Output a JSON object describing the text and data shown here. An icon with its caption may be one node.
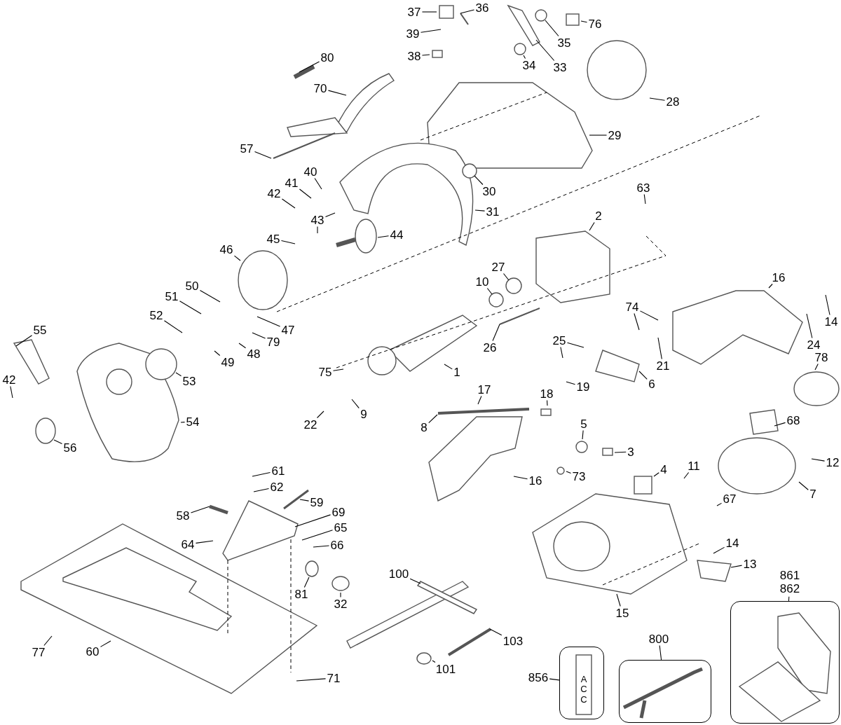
{
  "diagram": {
    "nodes": [
      {
        "text": [
          "37"
        ]
      },
      {
        "text": [
          "36"
        ]
      },
      {
        "text": [
          "76"
        ]
      },
      {
        "text": [
          "39"
        ]
      },
      {
        "text": [
          "35"
        ]
      },
      {
        "text": [
          "38"
        ]
      },
      {
        "text": [
          "34"
        ]
      },
      {
        "text": [
          "33"
        ]
      },
      {
        "text": [
          "80"
        ]
      },
      {
        "text": [
          "70"
        ]
      },
      {
        "text": [
          "28"
        ]
      },
      {
        "text": [
          "29"
        ]
      },
      {
        "text": [
          "57"
        ]
      },
      {
        "text": [
          "40"
        ]
      },
      {
        "text": [
          "41"
        ]
      },
      {
        "text": [
          "30"
        ]
      },
      {
        "text": [
          "63"
        ]
      },
      {
        "text": [
          "42"
        ]
      },
      {
        "text": [
          "31"
        ]
      },
      {
        "text": [
          "2"
        ]
      },
      {
        "text": [
          "43"
        ]
      },
      {
        "text": [
          "44"
        ]
      },
      {
        "text": [
          "45"
        ]
      },
      {
        "text": [
          "46"
        ]
      },
      {
        "text": [
          "16"
        ]
      },
      {
        "text": [
          "27"
        ]
      },
      {
        "text": [
          "10"
        ]
      },
      {
        "text": [
          "50"
        ]
      },
      {
        "text": [
          "51"
        ]
      },
      {
        "text": [
          "74"
        ]
      },
      {
        "text": [
          "14"
        ]
      },
      {
        "text": [
          "52"
        ]
      },
      {
        "text": [
          "47"
        ]
      },
      {
        "text": [
          "24"
        ]
      },
      {
        "text": [
          "79"
        ]
      },
      {
        "text": [
          "25"
        ]
      },
      {
        "text": [
          "26"
        ]
      },
      {
        "text": [
          "78"
        ]
      },
      {
        "text": [
          "55"
        ]
      },
      {
        "text": [
          "49"
        ]
      },
      {
        "text": [
          "48"
        ]
      },
      {
        "text": [
          "6"
        ]
      },
      {
        "text": [
          "21"
        ]
      },
      {
        "text": [
          "53"
        ]
      },
      {
        "text": [
          "75"
        ]
      },
      {
        "text": [
          "1"
        ]
      },
      {
        "text": [
          "42"
        ]
      },
      {
        "text": [
          "19"
        ]
      },
      {
        "text": [
          "17"
        ]
      },
      {
        "text": [
          "18"
        ]
      },
      {
        "text": [
          "22"
        ]
      },
      {
        "text": [
          "9"
        ]
      },
      {
        "text": [
          "8"
        ]
      },
      {
        "text": [
          "54"
        ]
      },
      {
        "text": [
          "68"
        ]
      },
      {
        "text": [
          "5"
        ]
      },
      {
        "text": [
          "3"
        ]
      },
      {
        "text": [
          "56"
        ]
      },
      {
        "text": [
          "12"
        ]
      },
      {
        "text": [
          "11"
        ]
      },
      {
        "text": [
          "4"
        ]
      },
      {
        "text": [
          "16"
        ]
      },
      {
        "text": [
          "73"
        ]
      },
      {
        "text": [
          "61"
        ]
      },
      {
        "text": [
          "62"
        ]
      },
      {
        "text": [
          "7"
        ]
      },
      {
        "text": [
          "59"
        ]
      },
      {
        "text": [
          "58"
        ]
      },
      {
        "text": [
          "69"
        ]
      },
      {
        "text": [
          "67"
        ]
      },
      {
        "text": [
          "65"
        ]
      },
      {
        "text": [
          "64"
        ]
      },
      {
        "text": [
          "66"
        ]
      },
      {
        "text": [
          "14"
        ]
      },
      {
        "text": [
          "13"
        ]
      },
      {
        "text": [
          "81"
        ]
      },
      {
        "text": [
          "32"
        ]
      },
      {
        "text": [
          "100"
        ]
      },
      {
        "text": [
          "861",
          "862"
        ]
      },
      {
        "text": [
          "15"
        ]
      },
      {
        "text": [
          "77"
        ]
      },
      {
        "text": [
          "60"
        ]
      },
      {
        "text": [
          "103"
        ]
      },
      {
        "text": [
          "800"
        ]
      },
      {
        "text": [
          "856"
        ]
      },
      {
        "text": [
          "101"
        ]
      },
      {
        "text": [
          "71"
        ]
      },
      {
        "text": [],
        "shape": "box"
      },
      {
        "text": [],
        "shape": "box"
      },
      {
        "text": [],
        "shape": "box"
      }
    ],
    "edges": [
      {
        "from": 0,
        "to": null,
        "arrow": "none"
      },
      {
        "from": 1,
        "to": null,
        "arrow": "none"
      },
      {
        "from": 2,
        "to": null,
        "arrow": "none"
      },
      {
        "from": 3,
        "to": null,
        "arrow": "none"
      },
      {
        "from": 4,
        "to": null,
        "arrow": "none"
      },
      {
        "from": 5,
        "to": null,
        "arrow": "none"
      },
      {
        "from": 6,
        "to": null,
        "arrow": "none"
      },
      {
        "from": 7,
        "to": null,
        "arrow": "none"
      },
      {
        "from": 8,
        "to": null,
        "arrow": "none"
      },
      {
        "from": 9,
        "to": null,
        "arrow": "none"
      },
      {
        "from": 10,
        "to": null,
        "arrow": "none"
      },
      {
        "from": 11,
        "to": null,
        "arrow": "none"
      },
      {
        "from": 12,
        "to": null,
        "arrow": "none"
      },
      {
        "from": 13,
        "to": null,
        "arrow": "none"
      },
      {
        "from": 14,
        "to": null,
        "arrow": "none"
      },
      {
        "from": 15,
        "to": null,
        "arrow": "none"
      },
      {
        "from": 16,
        "to": null,
        "arrow": "none"
      },
      {
        "from": 17,
        "to": null,
        "arrow": "none"
      },
      {
        "from": 18,
        "to": null,
        "arrow": "none"
      },
      {
        "from": 19,
        "to": null,
        "arrow": "none"
      },
      {
        "from": 20,
        "to": null,
        "arrow": "none"
      },
      {
        "from": 21,
        "to": null,
        "arrow": "none"
      },
      {
        "from": 22,
        "to": null,
        "arrow": "none"
      },
      {
        "from": 23,
        "to": null,
        "arrow": "none"
      },
      {
        "from": 24,
        "to": null,
        "arrow": "none"
      },
      {
        "from": 25,
        "to": null,
        "arrow": "none"
      },
      {
        "from": 26,
        "to": null,
        "arrow": "none"
      },
      {
        "from": 27,
        "to": null,
        "arrow": "none"
      },
      {
        "from": 28,
        "to": null,
        "arrow": "none"
      },
      {
        "from": 29,
        "to": null,
        "arrow": "none"
      },
      {
        "from": 30,
        "to": null,
        "arrow": "none"
      },
      {
        "from": 31,
        "to": null,
        "arrow": "none"
      },
      {
        "from": 32,
        "to": null,
        "arrow": "none"
      },
      {
        "from": 33,
        "to": null,
        "arrow": "none"
      },
      {
        "from": 34,
        "to": null,
        "arrow": "none"
      },
      {
        "from": 35,
        "to": null,
        "arrow": "none"
      },
      {
        "from": 36,
        "to": null,
        "arrow": "none"
      },
      {
        "from": 37,
        "to": null,
        "arrow": "none"
      },
      {
        "from": 38,
        "to": null,
        "arrow": "none"
      },
      {
        "from": 39,
        "to": null,
        "arrow": "none"
      },
      {
        "from": 40,
        "to": null,
        "arrow": "none"
      },
      {
        "from": 41,
        "to": null,
        "arrow": "none"
      },
      {
        "from": 42,
        "to": null,
        "arrow": "none"
      },
      {
        "from": 43,
        "to": null,
        "arrow": "none"
      },
      {
        "from": 44,
        "to": null,
        "arrow": "none"
      },
      {
        "from": 45,
        "to": null,
        "arrow": "none"
      },
      {
        "from": 46,
        "to": null,
        "arrow": "none"
      },
      {
        "from": 47,
        "to": null,
        "arrow": "none"
      },
      {
        "from": 48,
        "to": null,
        "arrow": "none"
      },
      {
        "from": 49,
        "to": null,
        "arrow": "none"
      },
      {
        "from": 50,
        "to": null,
        "arrow": "none"
      },
      {
        "from": 51,
        "to": null,
        "arrow": "none"
      },
      {
        "from": 52,
        "to": null,
        "arrow": "none"
      },
      {
        "from": 53,
        "to": null,
        "arrow": "none"
      },
      {
        "from": 54,
        "to": null,
        "arrow": "none"
      },
      {
        "from": 55,
        "to": null,
        "arrow": "none"
      },
      {
        "from": 56,
        "to": null,
        "arrow": "none"
      },
      {
        "from": 57,
        "to": null,
        "arrow": "none"
      },
      {
        "from": 58,
        "to": null,
        "arrow": "none"
      },
      {
        "from": 59,
        "to": null,
        "arrow": "none"
      },
      {
        "from": 60,
        "to": null,
        "arrow": "none"
      },
      {
        "from": 61,
        "to": null,
        "arrow": "none"
      },
      {
        "from": 62,
        "to": null,
        "arrow": "none"
      },
      {
        "from": 63,
        "to": null,
        "arrow": "none"
      },
      {
        "from": 64,
        "to": null,
        "arrow": "none"
      },
      {
        "from": 65,
        "to": null,
        "arrow": "none"
      },
      {
        "from": 66,
        "to": null,
        "arrow": "none"
      },
      {
        "from": 67,
        "to": null,
        "arrow": "none"
      },
      {
        "from": 68,
        "to": null,
        "arrow": "none"
      },
      {
        "from": 69,
        "to": null,
        "arrow": "none"
      },
      {
        "from": 70,
        "to": null,
        "arrow": "none"
      },
      {
        "from": 71,
        "to": null,
        "arrow": "none"
      },
      {
        "from": 72,
        "to": null,
        "arrow": "none"
      },
      {
        "from": 73,
        "to": null,
        "arrow": "none"
      },
      {
        "from": 74,
        "to": null,
        "arrow": "none"
      },
      {
        "from": 75,
        "to": null,
        "arrow": "none"
      },
      {
        "from": 76,
        "to": null,
        "arrow": "none"
      },
      {
        "from": 77,
        "to": null,
        "arrow": "none"
      },
      {
        "from": 78,
        "to": 89,
        "arrow": "none"
      },
      {
        "from": 79,
        "to": null,
        "arrow": "none"
      },
      {
        "from": 80,
        "to": null,
        "arrow": "none"
      },
      {
        "from": 81,
        "to": null,
        "arrow": "none"
      },
      {
        "from": 82,
        "to": null,
        "arrow": "none"
      },
      {
        "from": 83,
        "to": 88,
        "arrow": "none"
      },
      {
        "from": 84,
        "to": 87,
        "arrow": "none"
      },
      {
        "from": 85,
        "to": null,
        "arrow": "none"
      },
      {
        "from": 86,
        "to": null,
        "arrow": "none"
      },
      {
        "from": 20,
        "to": null,
        "arrow": "none"
      },
      {
        "from": 29,
        "to": null,
        "arrow": "none"
      },
      {
        "from": 35,
        "to": null,
        "arrow": "none"
      }
    ],
    "labels": [
      "ACC"
    ]
  }
}
